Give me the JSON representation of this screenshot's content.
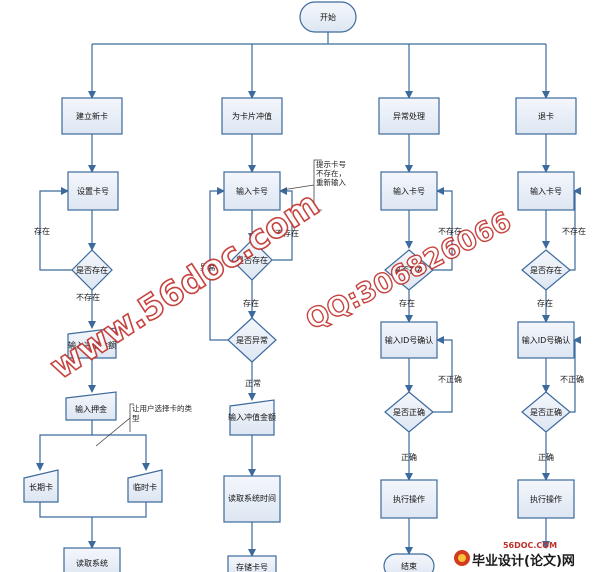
{
  "nodes": {
    "start": "开始",
    "new_card": "建立新卡",
    "recharge": "为卡片冲值",
    "exception": "异常处理",
    "refund": "退卡",
    "set_card_no": "设置卡号",
    "exists_q1": "是否存在",
    "input_recharge_amount_1": "输入冲值金额",
    "input_deposit": "输入押金",
    "long_term_card": "长期卡",
    "temp_card": "临时卡",
    "read_system_1": "读取系统",
    "input_card_no_2": "输入卡号",
    "exists_q2": "是否存在",
    "abnormal_q": "是否异常",
    "input_recharge_amount_2": "输入冲值金额",
    "read_system_time": "读取系统时间",
    "store_card_no": "存储卡号",
    "input_card_no_3": "输入卡号",
    "exists_q3": "是否存在",
    "confirm_id_3": "输入ID号确认",
    "correct_q3": "是否正确",
    "execute_3": "执行操作",
    "end_3": "结束",
    "input_card_no_4": "输入卡号",
    "exists_q4": "是否存在",
    "confirm_id_4": "输入ID号确认",
    "correct_q4": "是否正确",
    "execute_4": "执行操作"
  },
  "labels": {
    "exists": "存在",
    "not_exists": "不存在",
    "abnormal": "异常",
    "normal": "正常",
    "incorrect": "不正确",
    "correct": "正确"
  },
  "notes": {
    "prompt_card_missing": "提示卡号不存在，重新输入",
    "let_user_choose": "让用户选择卡的类型"
  },
  "watermarks": {
    "site": "www.56doc.com",
    "qq": "QQ:306826066",
    "logo_domain": "56DOC.COM",
    "logo_text": "毕业设计(论文)网"
  }
}
